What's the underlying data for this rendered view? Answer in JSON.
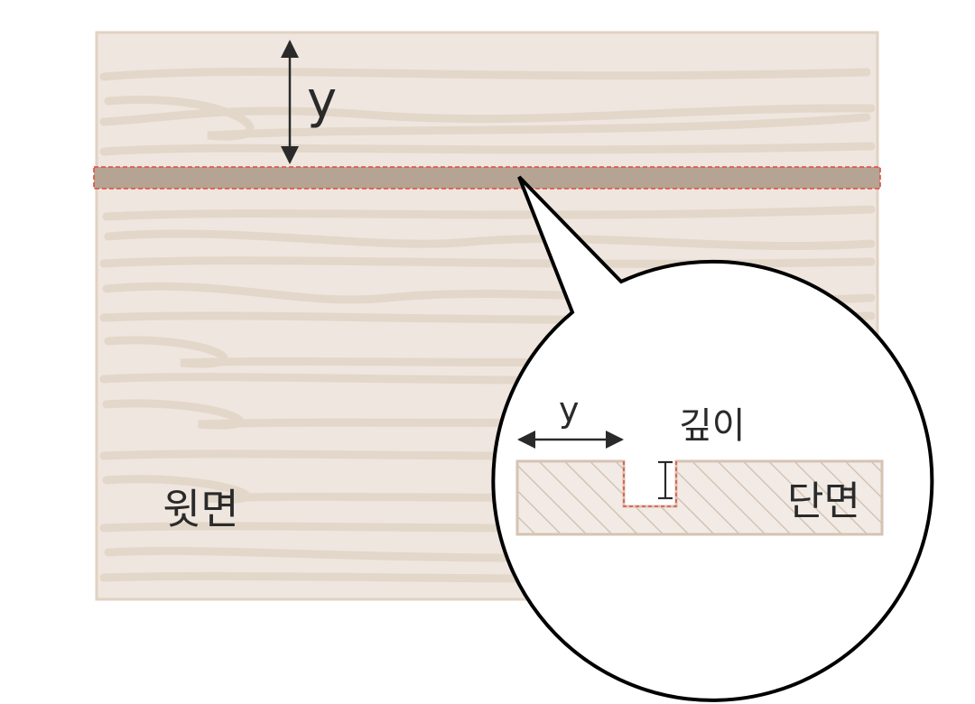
{
  "top_view": {
    "label": "윗면",
    "offset_label": "y"
  },
  "cross_section": {
    "label": "단면",
    "offset_label": "y",
    "depth_label": "깊이"
  },
  "colors": {
    "wood_fill": "#efe6df",
    "wood_border": "#e1d2c3",
    "grain": "#e3d7ca",
    "groove_strip": "#b5a394",
    "highlight_dash": "#e8493a",
    "outline": "#000000",
    "arrow": "#2a2a2a",
    "hatch": "#d5c3b4"
  }
}
